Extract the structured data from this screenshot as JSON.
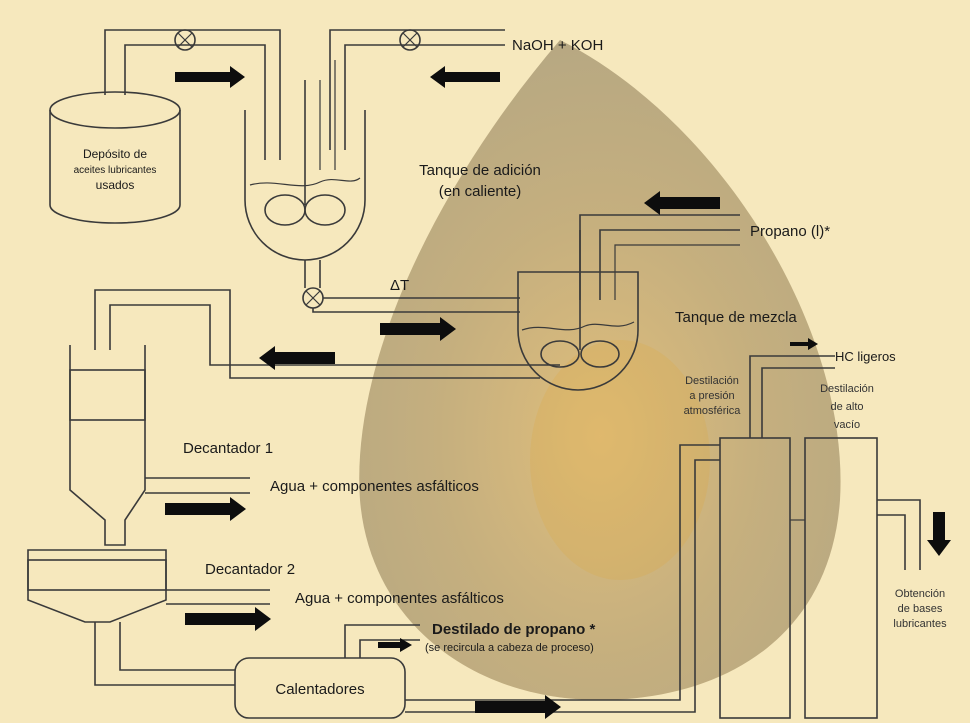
{
  "colors": {
    "background": "#f6e8bd",
    "line": "#3a3a3a",
    "arrow": "#0d0d0d",
    "vessel_fill": "#ffffff",
    "hatch": "#555555",
    "teardrop_outer": "#5a4a2c",
    "teardrop_inner": "#b8842a"
  },
  "labels": {
    "naoh_koh": "NaOH + KOH",
    "deposito": [
      "Depósito de",
      "aceites lubricantes",
      "usados"
    ],
    "tanque_adicion": [
      "Tanque de adición",
      "(en caliente)"
    ],
    "propano_l": "Propano (l)*",
    "delta_t": "ΔT",
    "tanque_mezcla": "Tanque de mezcla",
    "hc_ligeros": "HC ligeros",
    "destilacion_atm": [
      "Destilación",
      "a presión",
      "atmosférica"
    ],
    "destilacion_vacio": [
      "Destilación",
      "de alto",
      "vacío"
    ],
    "decantador1": "Decantador 1",
    "agua1": "Agua + componentes asfálticos",
    "decantador2": "Decantador 2",
    "agua2": "Agua + componentes asfálticos",
    "destilado_propano": "Destilado de propano *",
    "recircula": "(se recircula a cabeza de proceso)",
    "obtencion": [
      "Obtención",
      "de bases",
      "lubricantes"
    ],
    "calentadores": "Calentadores"
  },
  "icons": {
    "valve": "valve-icon",
    "stirrer": "stirrer-icon",
    "flow_arrow": "flow-arrow-icon"
  }
}
